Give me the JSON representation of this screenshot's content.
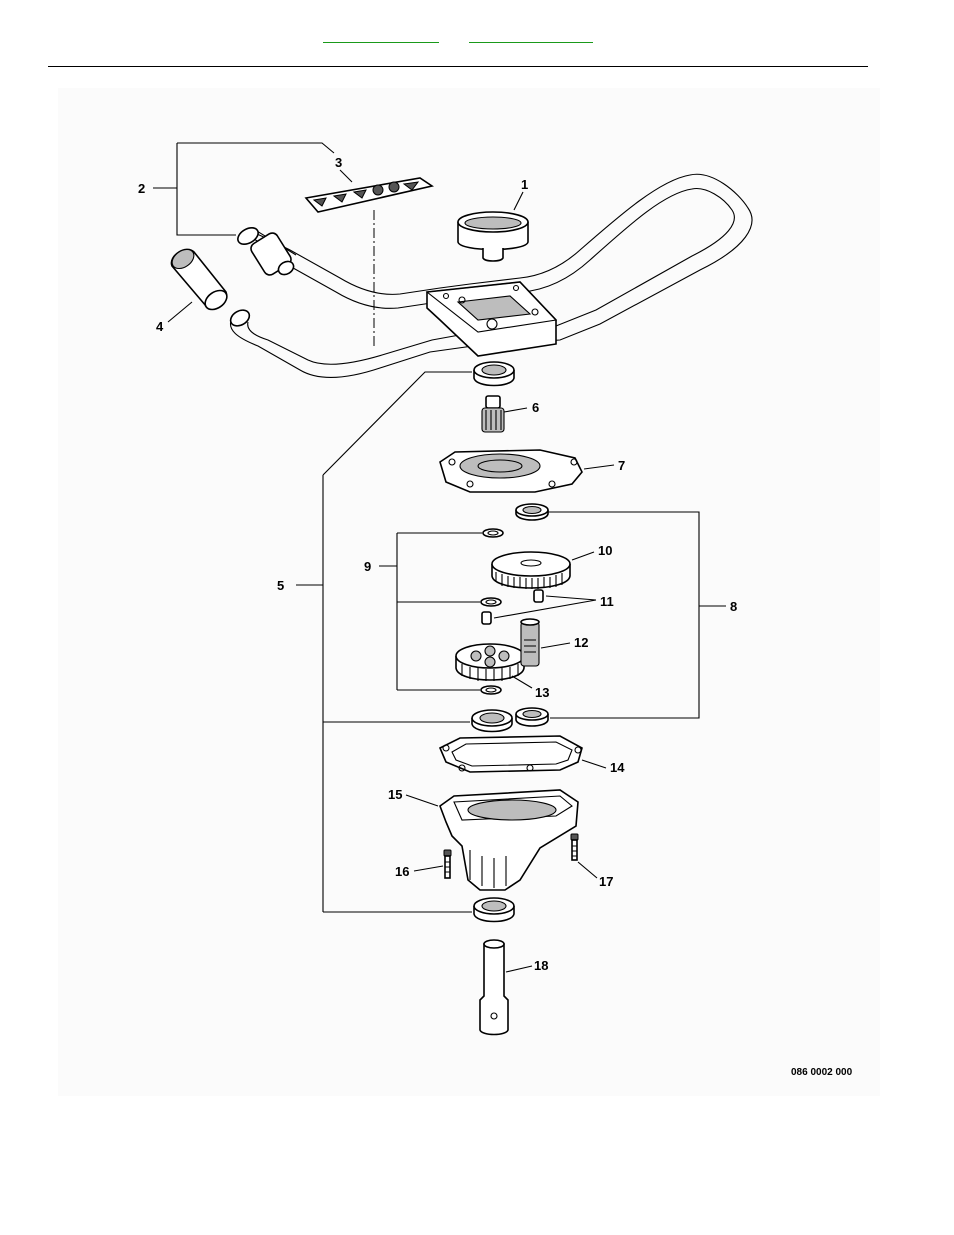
{
  "nav": {
    "prev_link": "",
    "next_link": ""
  },
  "figure": {
    "drawing_number": "086 0002 000",
    "callouts": {
      "c1": "1",
      "c2": "2",
      "c3": "3",
      "c4": "4",
      "c5": "5",
      "c6": "6",
      "c7": "7",
      "c8": "8",
      "c9": "9",
      "c10": "10",
      "c11": "11",
      "c12": "12",
      "c13": "13",
      "c14": "14",
      "c15": "15",
      "c16": "16",
      "c17": "17",
      "c18": "18"
    }
  },
  "colors": {
    "link_underline": "#1a9a1a",
    "panel_background": "#fbfbfb"
  }
}
